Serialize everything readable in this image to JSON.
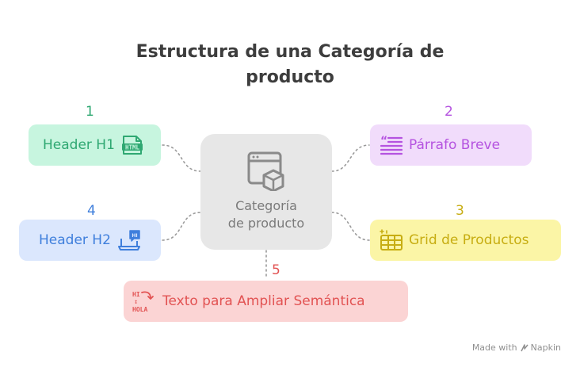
{
  "title": "Estructura de una Categoría de producto",
  "center": {
    "label": "Categoría\nde producto",
    "icon": "browser-box-icon"
  },
  "nodes": [
    {
      "number": "1",
      "label": "Header H1",
      "icon": "html-file-icon",
      "color": "#2fa872",
      "bg": "#c7f5df"
    },
    {
      "number": "2",
      "label": "Párrafo Breve",
      "icon": "paragraph-quote-icon",
      "color": "#b553e0",
      "bg": "#f1dcfb"
    },
    {
      "number": "3",
      "label": "Grid de Productos",
      "icon": "grid-table-icon",
      "color": "#c7ad12",
      "bg": "#fbf5a6"
    },
    {
      "number": "4",
      "label": "Header H2",
      "icon": "laptop-chat-icon",
      "color": "#3f7fdc",
      "bg": "#dbe7fd"
    },
    {
      "number": "5",
      "label": "Texto para Ampliar Semántica",
      "icon": "translate-icon",
      "color": "#e25353",
      "bg": "#fbd4d4"
    }
  ],
  "footer": {
    "text": "Made with",
    "brand": "Napkin"
  }
}
